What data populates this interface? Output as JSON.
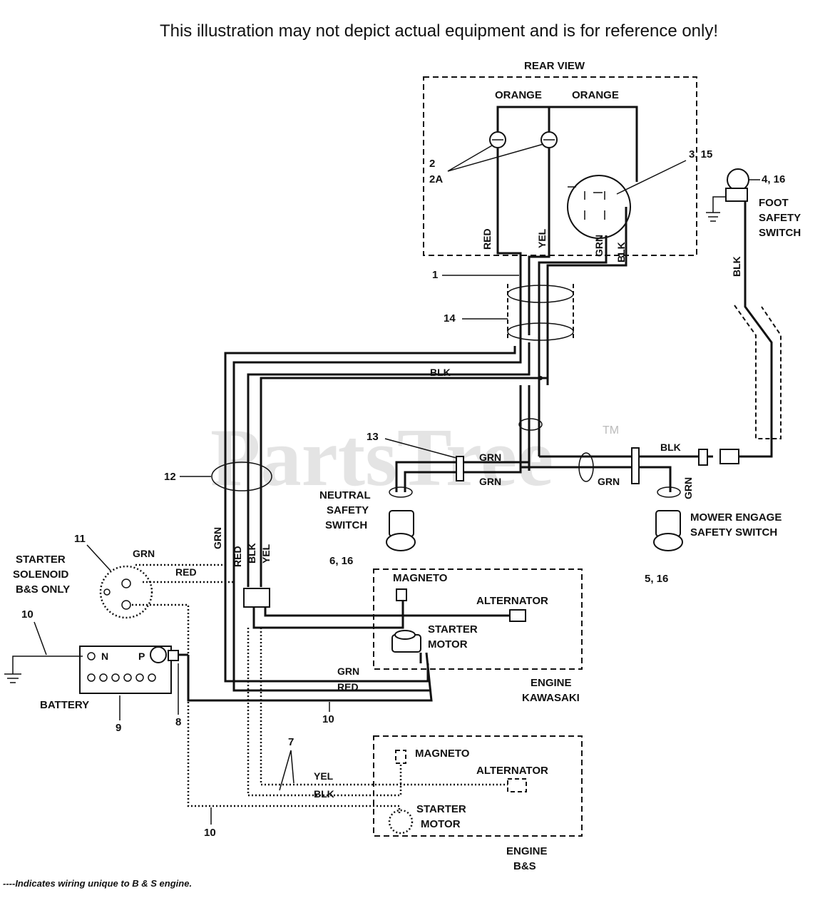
{
  "disclaimer": "This illustration may not depict actual equipment and is for reference only!",
  "watermark": "PartsTree",
  "watermark_mark": "TM",
  "labels": {
    "rear_view": "REAR VIEW",
    "orange_left": "ORANGE",
    "orange_right": "ORANGE",
    "red_rear": "RED",
    "yel_rear": "YEL",
    "grn_rear": "GRN",
    "blk_rear": "BLK",
    "foot_safety_1": "FOOT",
    "foot_safety_2": "SAFETY",
    "foot_safety_3": "SWITCH",
    "blk_foot": "BLK",
    "blk_harness": "BLK",
    "blk_right": "BLK",
    "grn_13a": "GRN",
    "grn_13b": "GRN",
    "grn_mower_h": "GRN",
    "grn_mower_v": "GRN",
    "neutral_1": "NEUTRAL",
    "neutral_2": "SAFETY",
    "neutral_3": "SWITCH",
    "mower_1": "MOWER ENGAGE",
    "mower_2": "SAFETY SWITCH",
    "starter_sol_1": "STARTER",
    "starter_sol_2": "SOLENOID",
    "starter_sol_3": "B&S ONLY",
    "grn_sol": "GRN",
    "red_sol": "RED",
    "grn_v": "GRN",
    "red_v": "RED",
    "blk_v": "BLK",
    "yel_v": "YEL",
    "magneto_k": "MAGNETO",
    "alternator_k": "ALTERNATOR",
    "starter_k_1": "STARTER",
    "starter_k_2": "MOTOR",
    "engine_k_1": "ENGINE",
    "engine_k_2": "KAWASAKI",
    "grn_bottom": "GRN",
    "red_bottom": "RED",
    "battery": "BATTERY",
    "battery_n": "N",
    "battery_p": "P",
    "magneto_bs": "MAGNETO",
    "alternator_bs": "ALTERNATOR",
    "starter_bs_1": "STARTER",
    "starter_bs_2": "MOTOR",
    "engine_bs_1": "ENGINE",
    "engine_bs_2": "B&S",
    "yel_bs": "YEL",
    "blk_bs": "BLK",
    "footnote": "----Indicates wiring unique to B & S engine."
  },
  "callouts": {
    "c1": "1",
    "c2": "2",
    "c2a": "2A",
    "c3_15": "3, 15",
    "c4_16": "4, 16",
    "c5_16": "5, 16",
    "c6_16": "6, 16",
    "c7": "7",
    "c8": "8",
    "c9": "9",
    "c10_left": "10",
    "c10_mid": "10",
    "c10_bottom": "10",
    "c11": "11",
    "c12": "12",
    "c13": "13",
    "c14": "14"
  }
}
